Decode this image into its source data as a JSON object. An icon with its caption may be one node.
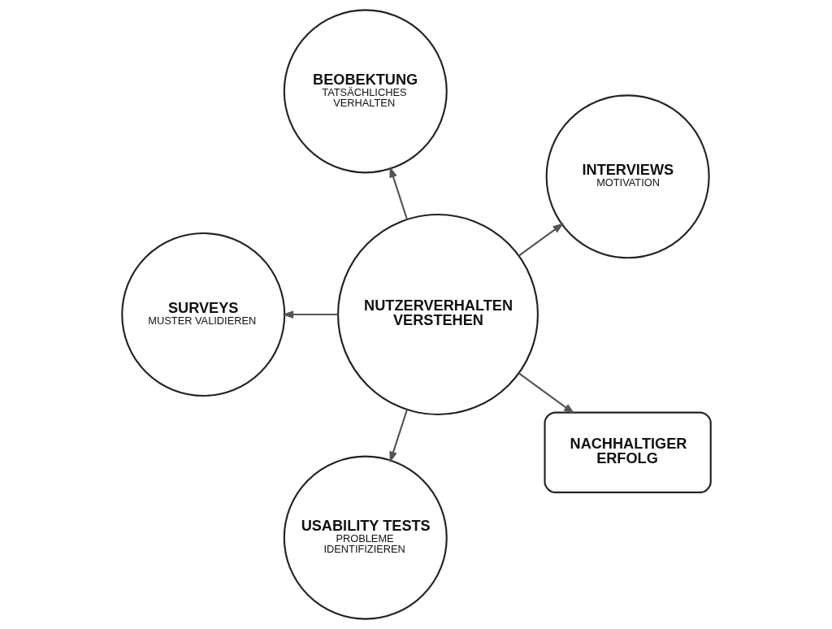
{
  "diagram": {
    "nodes": [
      {
        "text": [
          "INTERVIEWS",
          "MOTIVATION"
        ]
      },
      {
        "text": [
          "BEOBEKTUNG",
          "TATSÄCHLICHES VERHALTEN"
        ]
      },
      {
        "text": [
          "NUTZERVERHALTEN VERSTEHEN"
        ]
      },
      {
        "text": [
          "SURVEYS",
          "MUSTER VALIDIEREN"
        ]
      },
      {
        "text": [
          "USABILITY TESTS",
          "PROBLEME IDENTIFIZIEREN"
        ]
      },
      {
        "text": [
          "NACHHALTIGER ERFOLG"
        ]
      }
    ],
    "edges": [
      {
        "from": 2,
        "to": 0,
        "arrow": "to"
      },
      {
        "from": 2,
        "to": 1,
        "arrow": "to"
      },
      {
        "from": 2,
        "to": 3,
        "arrow": "to"
      },
      {
        "from": 2,
        "to": 4,
        "arrow": "to"
      },
      {
        "from": 2,
        "to": 5,
        "arrow": "to"
      }
    ]
  }
}
